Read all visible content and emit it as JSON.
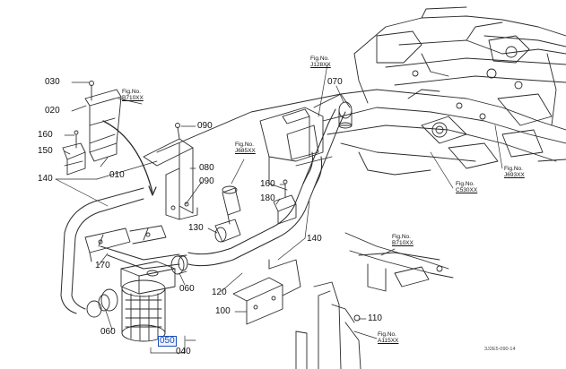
{
  "parts": {
    "p030": "030",
    "p020": "020",
    "p160a": "160",
    "p150": "150",
    "p140a": "140",
    "p010": "010",
    "p090a": "090",
    "p080": "080",
    "p090b": "090",
    "p130": "130",
    "p170": "170",
    "p060a": "060",
    "p060b": "060",
    "p120": "120",
    "p100": "100",
    "p110": "110",
    "p160b": "160",
    "p180": "180",
    "p140b": "140",
    "p070": "070",
    "p050": "050",
    "p040": "040"
  },
  "figrefs": {
    "f1": {
      "label": "Fig.No.",
      "code": "B710XX"
    },
    "f2": {
      "label": "Fig.No.",
      "code": "J128XX"
    },
    "f3": {
      "label": "Fig.No.",
      "code": "J685XX"
    },
    "f4": {
      "label": "Fig.No.",
      "code": "C530XX"
    },
    "f5": {
      "label": "Fig.No.",
      "code": "J693XX"
    },
    "f6": {
      "label": "Fig.No.",
      "code": "B710XX"
    },
    "f7": {
      "label": "Fig.No.",
      "code": "A115XX"
    }
  },
  "doc_id": "3J2E5-090-14",
  "colors": {
    "line": "#2a2a2a",
    "highlight": "#1a4fb8",
    "background": "#ffffff"
  }
}
